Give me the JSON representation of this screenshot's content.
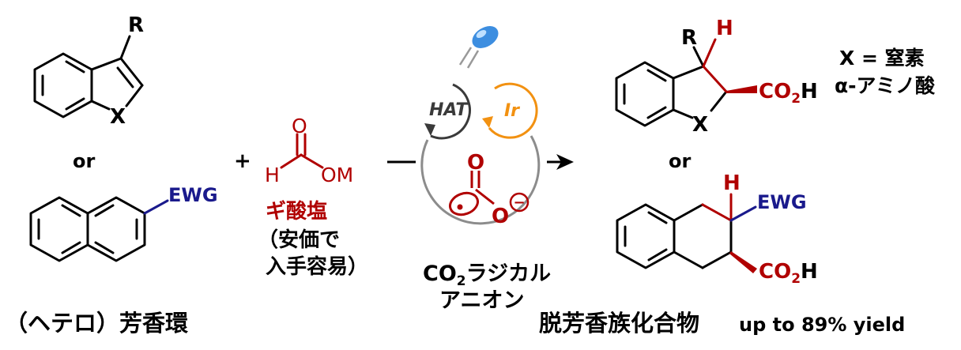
{
  "colors": {
    "ink": "#000000",
    "red": "#b00000",
    "navy": "#1a1a8c",
    "orange": "#f29111",
    "dark_cycle": "#3a3a3a",
    "gray_cycle": "#8c8c8c",
    "led_blue": "#3d8ee0"
  },
  "substrate1": {
    "r_label": "R",
    "x_label": "X"
  },
  "or_left": "or",
  "substrate2": {
    "ewg_label": "EWG"
  },
  "substrate_caption": "（ヘテロ）芳香環",
  "plus": "+",
  "formate": {
    "o_label": "O",
    "h_label": "H",
    "om_label": "OM",
    "name": "ギ酸塩",
    "note_line1": "（安価で",
    "note_line2": "入手容易）"
  },
  "catalysis": {
    "hat_label": "HAT",
    "ir_label": "Ir",
    "radical_o_top": "O",
    "radical_o_right": "O",
    "minus_sign": "−",
    "caption_line1": "CO",
    "caption_sub": "2",
    "caption_line1_rest": "ラジカル",
    "caption_line2": "アニオン",
    "led_icon": "led-light-icon"
  },
  "product1": {
    "r_label": "R",
    "h_label": "H",
    "x_label": "X",
    "co2h_main": "CO",
    "co2h_sub": "2",
    "co2h_end": "H",
    "note_line1": "X = 窒素",
    "note_line2": "α-アミノ酸"
  },
  "or_right": "or",
  "product2": {
    "h_label": "H",
    "ewg_label": "EWG",
    "co2h_main": "CO",
    "co2h_sub": "2",
    "co2h_end": "H"
  },
  "product_caption": "脱芳香族化合物",
  "yield_text": "up to 89% yield"
}
